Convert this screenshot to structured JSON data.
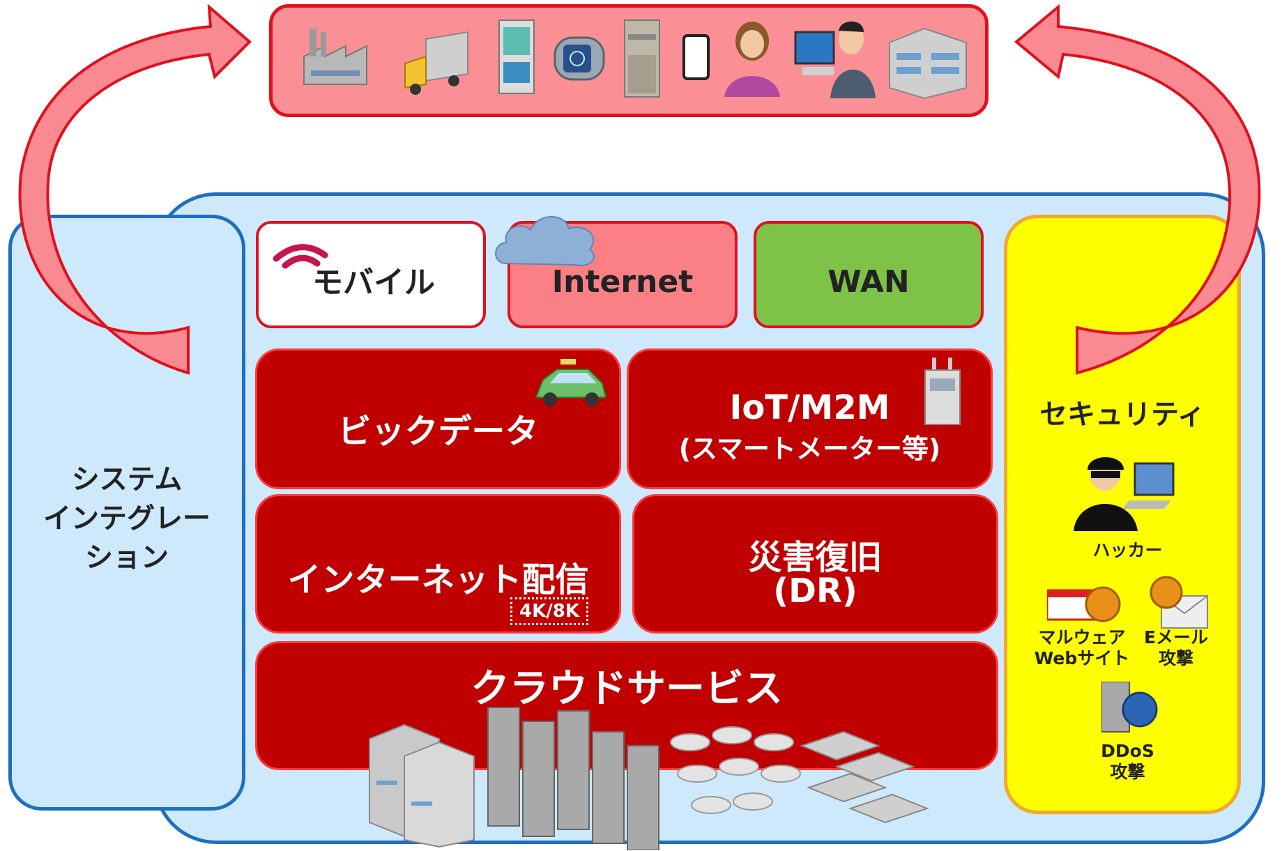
{
  "colors": {
    "accent_blue": "#1f6fc0",
    "panel_blue": "#cde9fb",
    "red": "#c00000",
    "pink": "#fb8f96",
    "green": "#7ec247",
    "yellow": "#ffff00"
  },
  "devices": [
    "factory-icon",
    "truck-icon",
    "vending-machine-icon",
    "smartwatch-icon",
    "copier-icon",
    "smartphone-icon",
    "woman-icon",
    "office-worker-icon",
    "office-building-icon"
  ],
  "left_panel": {
    "line1": "システム",
    "line2": "インテグレー",
    "line3": "ション"
  },
  "networks": {
    "mobile": "モバイル",
    "internet": "Internet",
    "wan": "WAN"
  },
  "services": {
    "bigdata": "ビックデータ",
    "iot_line1": "IoT/M2M",
    "iot_line2": "(スマートメーター等)",
    "internet_distribution": "インターネット配信",
    "resolution_badge": "4K/8K",
    "dr_line1": "災害復旧",
    "dr_line2": "(DR)",
    "cloud": "クラウドサービス"
  },
  "security": {
    "title": "セキュリティ",
    "hacker": "ハッカー",
    "malware_line1": "マルウェア",
    "malware_line2": "Webサイト",
    "email_line1": "Eメール",
    "email_line2": "攻撃",
    "ddos_line1": "DDoS",
    "ddos_line2": "攻撃"
  }
}
